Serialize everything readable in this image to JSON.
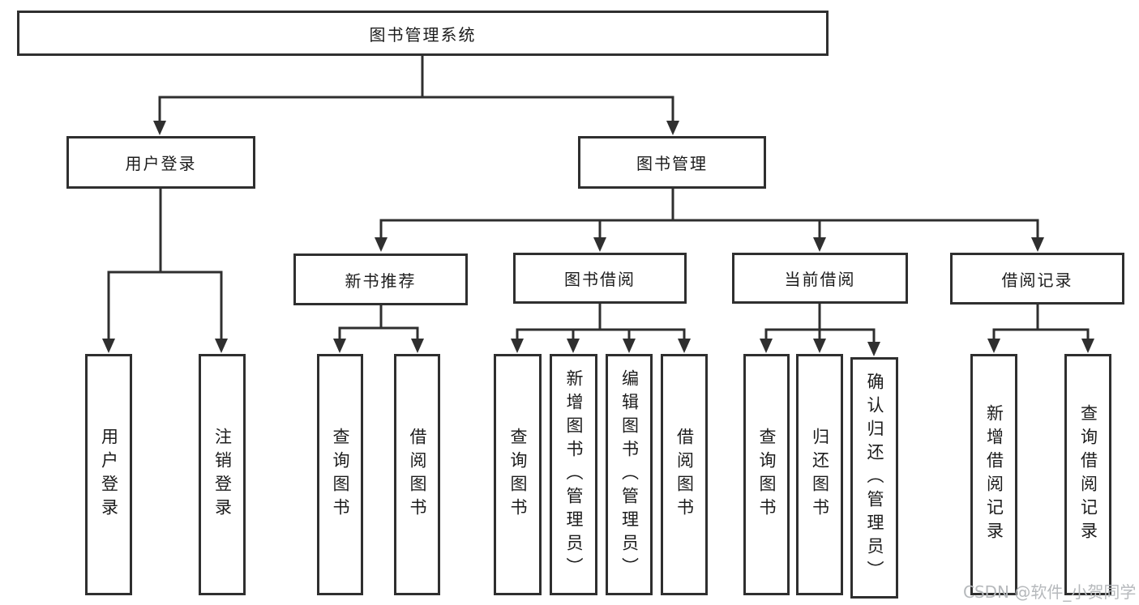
{
  "tree": {
    "root": {
      "label": "图书管理系统"
    },
    "branches": [
      {
        "label": "用户登录",
        "children": [
          {
            "label": "用户登录"
          },
          {
            "label": "注销登录"
          }
        ]
      },
      {
        "label": "图书管理",
        "children": [
          {
            "label": "新书推荐",
            "children": [
              {
                "label": "查询图书"
              },
              {
                "label": "借阅图书"
              }
            ]
          },
          {
            "label": "图书借阅",
            "children": [
              {
                "label": "查询图书"
              },
              {
                "label": "新增图书（管理员）"
              },
              {
                "label": "编辑图书（管理员）"
              },
              {
                "label": "借阅图书"
              }
            ]
          },
          {
            "label": "当前借阅",
            "children": [
              {
                "label": "查询图书"
              },
              {
                "label": "归还图书"
              },
              {
                "label": "确认归还（管理员）"
              }
            ]
          },
          {
            "label": "借阅记录",
            "children": [
              {
                "label": "新增借阅记录"
              },
              {
                "label": "查询借阅记录"
              }
            ]
          }
        ]
      }
    ]
  },
  "watermark": {
    "text": "CSDN @软件_小贺同学"
  },
  "colors": {
    "line": "#2f2f2f",
    "box_border": "#2f2f2f",
    "text": "#1c1c1c",
    "watermark": "#b6b9bc",
    "background": "#ffffff"
  }
}
